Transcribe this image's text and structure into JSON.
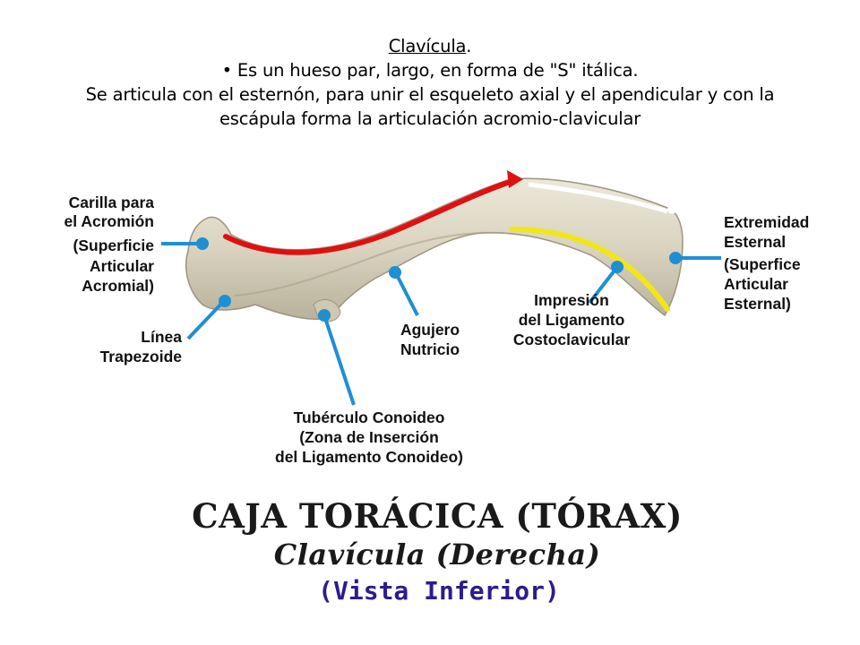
{
  "header": {
    "title": "Clavícula",
    "title_suffix": ".",
    "line2": "• Es un hueso par, largo, en forma de \"S\" itálica.",
    "line3": "Se articula con el esternón, para unir el esqueleto axial y el apendicular y con la",
    "line4": "escápula forma la articulación acromio-clavicular"
  },
  "labels": {
    "carilla": [
      "Carilla para",
      "el Acromión",
      "(Superficie",
      "Articular",
      "Acromial)"
    ],
    "linea": [
      "Línea",
      "Trapezoide"
    ],
    "tuberculo": [
      "Tubérculo Conoideo",
      "(Zona de Inserción",
      "del Ligamento Conoideo)"
    ],
    "agujero": [
      "Agujero",
      "Nutricio"
    ],
    "impresion": [
      "Impresión",
      "del Ligamento",
      "Costoclavicular"
    ],
    "extremidad": [
      "Extremidad",
      "Esternal",
      "(Superfice",
      "Articular",
      "Esternal)"
    ]
  },
  "footer": {
    "line1": "CAJA TORÁCICA (TÓRAX)",
    "line2": "Clavícula (Derecha)",
    "line3": "(Vista Inferior)"
  },
  "colors": {
    "bone": "#ddd7c4",
    "bone_outline": "#9c957f",
    "leader": "#1f8fd3",
    "acromial_face": "#e01010",
    "costoclavicular": "#f2e61a",
    "footer_text": "#1a1a1a",
    "footer_blue": "#2b1c8f"
  }
}
